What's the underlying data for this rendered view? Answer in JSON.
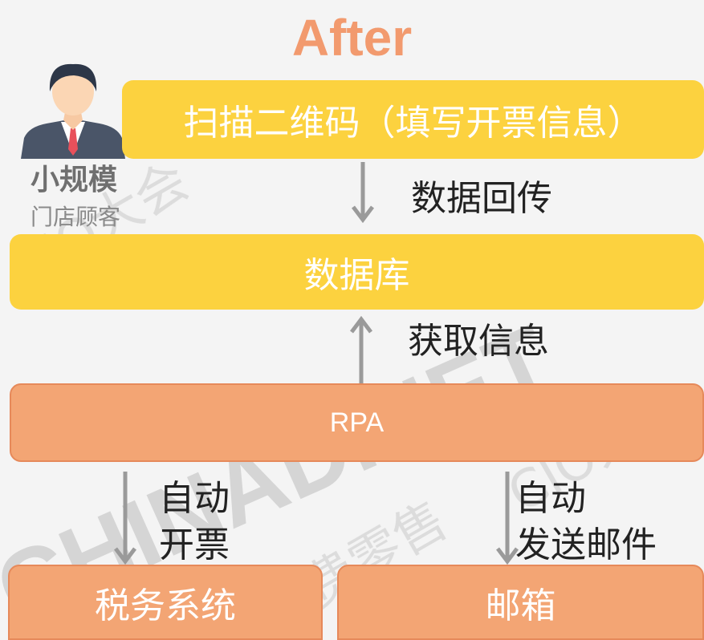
{
  "title": "After",
  "person": {
    "name": "小规模",
    "subtitle": "门店顾客"
  },
  "nodes": {
    "scan": "扫描二维码（填写开票信息）",
    "database": "数据库",
    "rpa": "RPA",
    "tax_system": "税务系统",
    "mailbox": "邮箱"
  },
  "edges": {
    "data_return": "数据回传",
    "get_info": "获取信息",
    "auto_invoice_line1": "自动",
    "auto_invoice_line2": "开票",
    "auto_mail_line1": "自动",
    "auto_mail_line2": "发送邮件"
  },
  "watermark": {
    "text_1": "CIO大会",
    "text_2": "CIO大会",
    "text_3": "消费零售",
    "logo": "CHINADINET"
  },
  "colors": {
    "title": "#f29a6e",
    "yellow_box": "#fcd23f",
    "orange_box": "#f3a574",
    "arrow": "#9a9a9a",
    "background": "#f4f4f4"
  }
}
